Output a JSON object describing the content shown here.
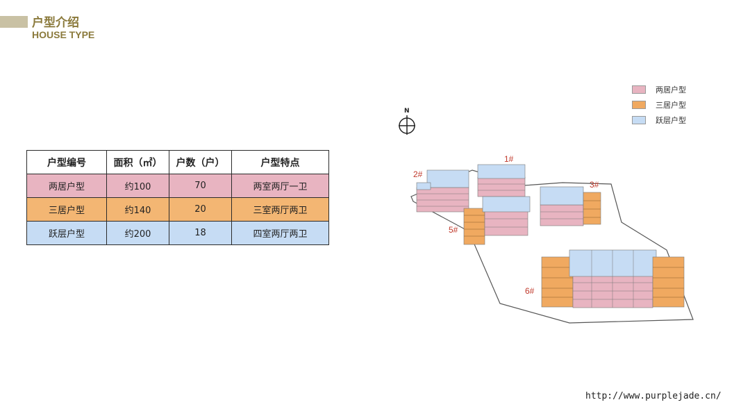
{
  "header": {
    "title_cn": "户型介绍",
    "title_en": "HOUSE TYPE"
  },
  "table": {
    "headers": [
      "户型编号",
      "面积（㎡）",
      "户数（户）",
      "户型特点"
    ],
    "rows": [
      [
        "两居户型",
        "约100",
        "70",
        "两室两厅一卫"
      ],
      [
        "三居户型",
        "约140",
        "20",
        "三室两厅两卫"
      ],
      [
        "跃层户型",
        "约200",
        "18",
        "四室两厅两卫"
      ]
    ]
  },
  "legend": {
    "items": [
      {
        "label": "两居户型",
        "color": "#e8b4c1"
      },
      {
        "label": "三居户型",
        "color": "#f0a960"
      },
      {
        "label": "跃层户型",
        "color": "#c6dcf4"
      }
    ]
  },
  "compass": {
    "label": "N"
  },
  "buildings": [
    "1#",
    "2#",
    "3#",
    "5#",
    "6#"
  ],
  "footer": {
    "url": "http://www.purplejade.cn/"
  }
}
